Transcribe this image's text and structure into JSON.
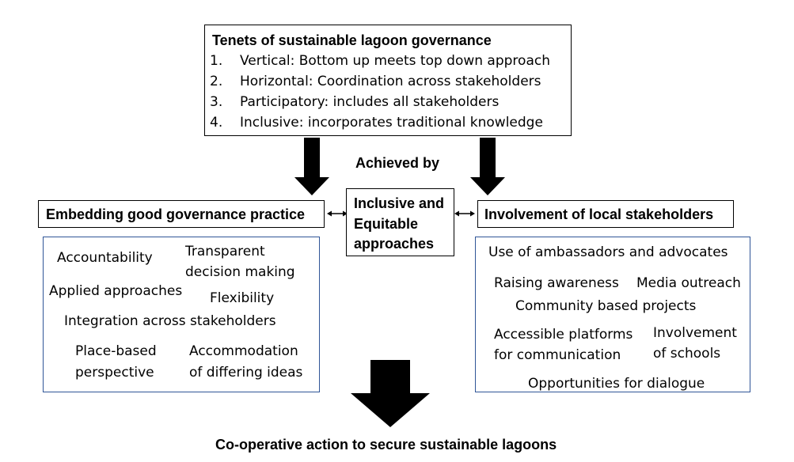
{
  "tenets": {
    "title": "Tenets of sustainable lagoon governance",
    "items": [
      {
        "num": "1.",
        "text": "Vertical: Bottom up meets top down approach"
      },
      {
        "num": "2.",
        "text": "Horizontal: Coordination across stakeholders"
      },
      {
        "num": "3.",
        "text": "Participatory: includes all stakeholders"
      },
      {
        "num": "4.",
        "text": "Inclusive: incorporates traditional knowledge"
      }
    ]
  },
  "achieved_by": "Achieved by",
  "center": {
    "line1": "Inclusive and",
    "line2": "Equitable",
    "line3": "approaches"
  },
  "left": {
    "title": "Embedding good governance practice",
    "items": {
      "accountability": "Accountability",
      "transparent_1": "Transparent",
      "transparent_2": "decision making",
      "applied": "Applied approaches",
      "flexibility": "Flexibility",
      "integration": "Integration across stakeholders",
      "place_1": "Place-based",
      "place_2": "perspective",
      "accommodation_1": "Accommodation",
      "accommodation_2": "of differing ideas"
    }
  },
  "right": {
    "title": "Involvement of local stakeholders",
    "items": {
      "ambassadors": "Use of ambassadors and advocates",
      "awareness": "Raising awareness",
      "media": "Media outreach",
      "community": "Community based projects",
      "platforms_1": "Accessible platforms",
      "platforms_2": "for communication",
      "schools_1": "Involvement",
      "schools_2": "of schools",
      "dialogue": "Opportunities for dialogue"
    }
  },
  "outcome": "Co-operative action to secure sustainable lagoons",
  "colors": {
    "box_border": "#000000",
    "list_border": "#2f5597",
    "arrow": "#000000"
  }
}
